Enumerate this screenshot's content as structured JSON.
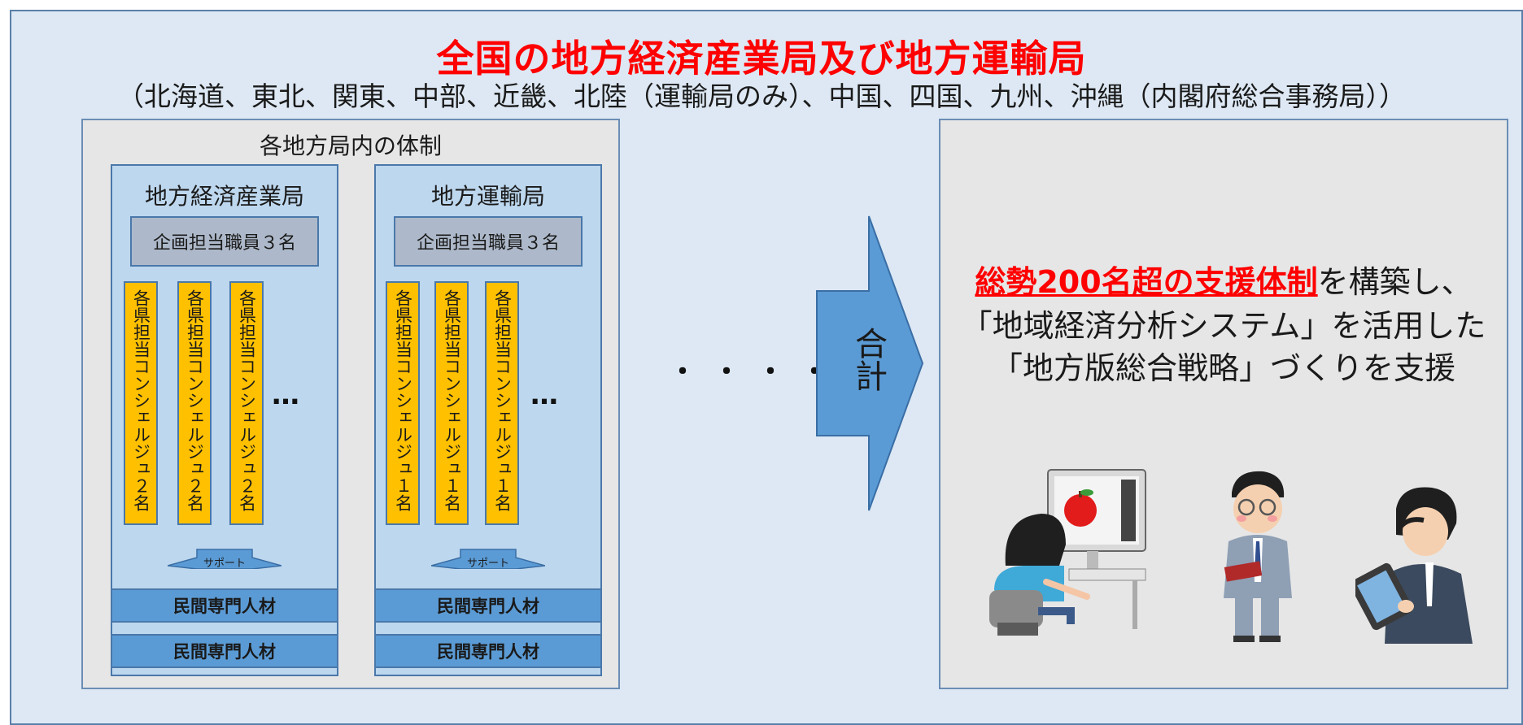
{
  "header": {
    "title": "全国の地方経済産業局及び地方運輸局",
    "subtitle": "（北海道、東北、関東、中部、近畿、北陸（運輸局のみ）、中国、四国、九州、沖縄（内閣府総合事務局））"
  },
  "left_panel": {
    "title": "各地方局内の体制",
    "bureaus": [
      {
        "name": "地方経済産業局",
        "staff": "企画担当職員３名",
        "concierges": [
          "各県担当コンシェルジュ２名",
          "各県担当コンシェルジュ２名",
          "各県担当コンシェルジュ２名"
        ],
        "ellipsis": "…",
        "support_label": "サポート",
        "talent": [
          "民間専門人材",
          "民間専門人材"
        ]
      },
      {
        "name": "地方運輸局",
        "staff": "企画担当職員３名",
        "concierges": [
          "各県担当コンシェルジュ１名",
          "各県担当コンシェルジュ１名",
          "各県担当コンシェルジュ１名"
        ],
        "ellipsis": "…",
        "support_label": "サポート",
        "talent": [
          "民間専門人材",
          "民間専門人材"
        ]
      }
    ]
  },
  "middle": {
    "dots": "・・・・",
    "arrow_label": "合計"
  },
  "right_panel": {
    "highlight": "総勢200名超の支援体制",
    "line1_rest": "を構築し、",
    "line2": "「地域経済分析システム」を活用した",
    "line3": "「地方版総合戦略」づくりを支援"
  },
  "colors": {
    "title_red": "#ff0000",
    "bureau_blue": "#bdd7ee",
    "concierge_yellow": "#ffc000",
    "talent_blue": "#5b9bd5",
    "arrow_blue": "#5b9bd5"
  }
}
